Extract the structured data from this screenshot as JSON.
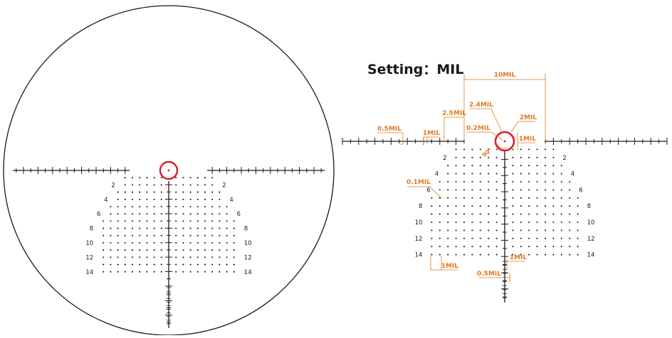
{
  "title": "Setting：MIL",
  "colors": {
    "ink": "#1a1a1a",
    "annotation": "#e07a1f",
    "red_dot": "#d81e2c"
  },
  "icons": [
    "reticle-red-circle-icon"
  ],
  "holdover_labels": [
    "2",
    "4",
    "6",
    "8",
    "10",
    "12",
    "14"
  ],
  "annotations": {
    "ten_mil": "10MIL",
    "two_five_mil": "2.5MIL",
    "half_mil_top": "0.5MIL",
    "one_mil_top": "1MIL",
    "two_four_mil": "2.4MIL",
    "point_two_mil": "0.2MIL",
    "two_mil": "2MIL",
    "one_mil_right": "1MIL",
    "ninety_degrees": "90°",
    "point_one_mil": "0.1MIL",
    "one_mil_bottom_left": "1MIL",
    "one_mil_bottom_center": "1MIL",
    "half_mil_bottom": "0.5MIL"
  }
}
